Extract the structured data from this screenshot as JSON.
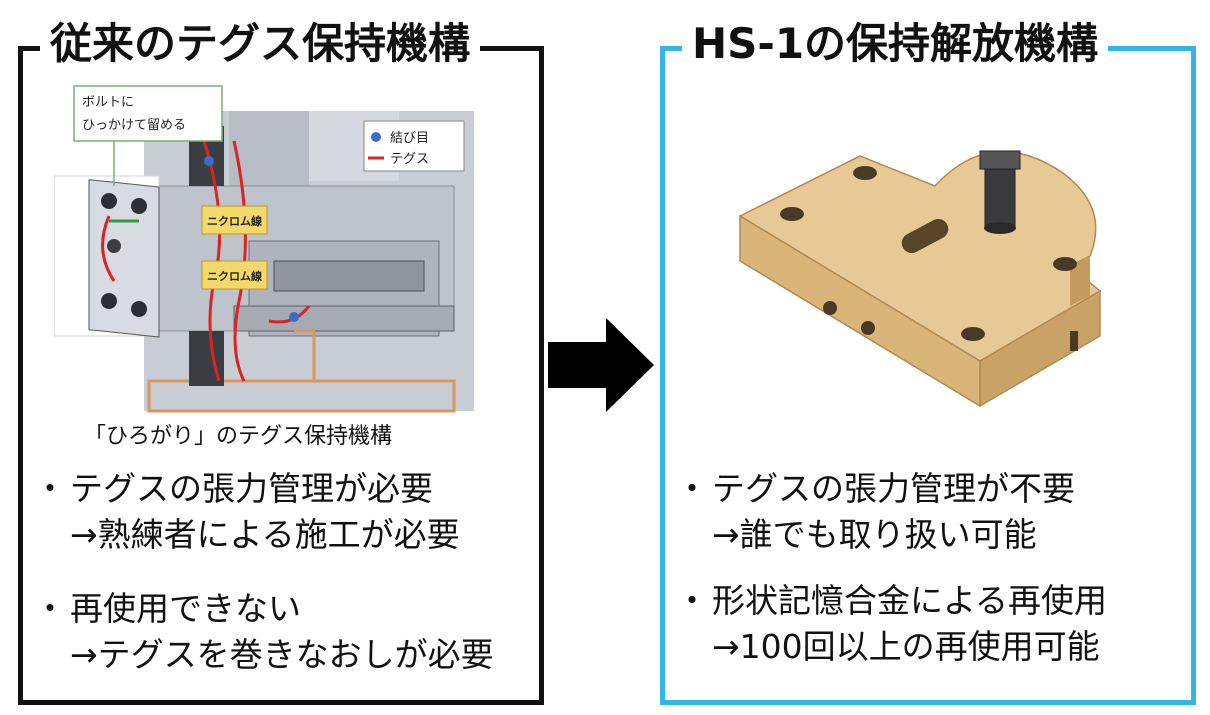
{
  "left": {
    "title": "従来のテグス保持機構",
    "callout": [
      "ボルトに",
      "ひっかけて留める"
    ],
    "legend": {
      "knot": "結び目",
      "line": "テグス"
    },
    "nichrome_label": "ニクロム線",
    "caption": "「ひろがり」のテグス保持機構",
    "bullets": [
      {
        "dot": "・",
        "main": "テグスの張力管理が必要",
        "sub": "→熟練者による施工が必要"
      },
      {
        "dot": "・",
        "main": "再使用できない",
        "sub": "→テグスを巻きなおしが必要"
      }
    ]
  },
  "right": {
    "title": "HS-1の保持解放機構",
    "bullets": [
      {
        "dot": "・",
        "main": "テグスの張力管理が不要",
        "sub": "→誰でも取り扱い可能"
      },
      {
        "dot": "・",
        "main": "形状記憶合金による再使用",
        "sub": "→100回以上の再使用可能"
      }
    ]
  },
  "colors": {
    "left_frame": "#111111",
    "right_frame": "#33b5e5",
    "wood": "#e0c08e",
    "arrow": "#000000"
  }
}
